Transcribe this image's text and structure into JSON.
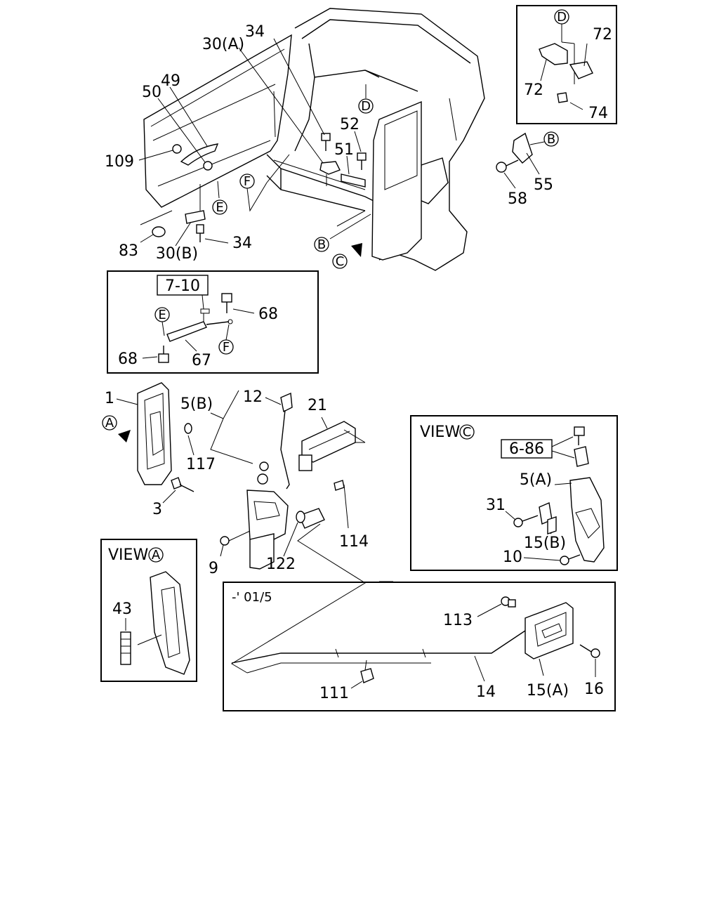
{
  "callouts": {
    "p34_top": "34",
    "p30a": "30(A)",
    "p49": "49",
    "p50": "50",
    "p52": "52",
    "p51": "51",
    "p109": "109",
    "p83": "83",
    "p30b": "30(B)",
    "p34_bottom": "34",
    "p72_right": "72",
    "p72_left": "72",
    "p74": "74",
    "p55": "55",
    "p58": "58",
    "p68_top": "68",
    "p68_bottom": "68",
    "p67": "67",
    "p1": "1",
    "p5b": "5(B)",
    "p12": "12",
    "p21": "21",
    "p117": "117",
    "p3": "3",
    "p114": "114",
    "p9": "9",
    "p122": "122",
    "p43": "43",
    "p6_86": "6-86",
    "p5a": "5(A)",
    "p31": "31",
    "p15b": "15(B)",
    "p10": "10",
    "p113": "113",
    "p111": "111",
    "p14": "14",
    "p15a": "15(A)",
    "p16": "16"
  },
  "refs": {
    "ref_7_10": "7-10"
  },
  "markers": {
    "A": "A",
    "B": "B",
    "C": "C",
    "D": "D",
    "E": "E",
    "F": "F"
  },
  "views": {
    "view_a_word": "VIEW",
    "view_c_word": "VIEW",
    "serial_note": "-' 01/5"
  }
}
